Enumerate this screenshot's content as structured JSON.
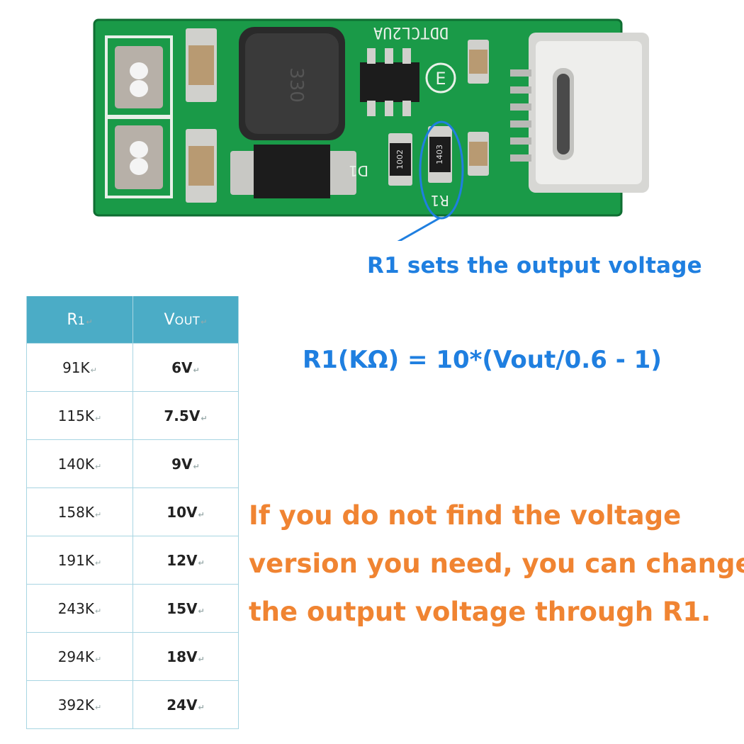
{
  "board": {
    "silkscreen_top": "DDTCL2UA",
    "silkscreen_r1": "R1",
    "silkscreen_d1": "D1",
    "r1_marking": "1403",
    "r2_marking": "1002",
    "inductor_marking": "330"
  },
  "callout": {
    "text": "R1 sets the output voltage",
    "color": "#1f7fe0"
  },
  "table": {
    "headers": {
      "r1": "R",
      "r1_sub": "1",
      "vout": "V",
      "vout_sub": "OUT"
    },
    "rows": [
      {
        "r": "91K",
        "v": "6V"
      },
      {
        "r": "115K",
        "v": "7.5V"
      },
      {
        "r": "140K",
        "v": "9V"
      },
      {
        "r": "158K",
        "v": "10V"
      },
      {
        "r": "191K",
        "v": "12V"
      },
      {
        "r": "243K",
        "v": "15V"
      },
      {
        "r": "294K",
        "v": "18V"
      },
      {
        "r": "392K",
        "v": "24V"
      }
    ],
    "header_color": "#4bacc6"
  },
  "formula": {
    "text": "R1(KΩ) = 10*(Vout/0.6 - 1)",
    "color": "#1f7fe0"
  },
  "note": {
    "lines": [
      "If you do not find the voltage",
      "version you need, you can change",
      "the output voltage through R1."
    ],
    "color": "#f08432"
  }
}
